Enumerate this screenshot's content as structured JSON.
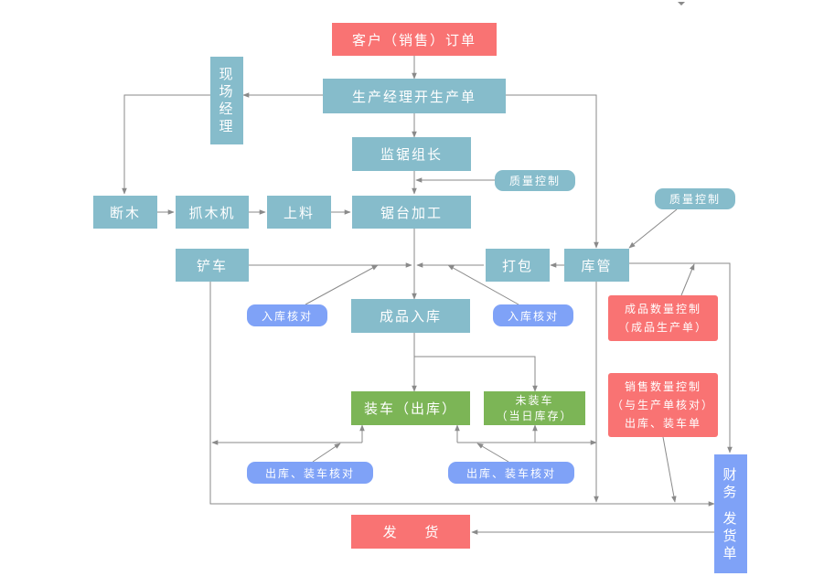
{
  "nodes": {
    "customer_order": "客户（销售）订单",
    "production_manager": "生产经理开生产单",
    "site_manager": [
      "现",
      "场",
      "经",
      "理"
    ],
    "saw_leader": "监锯组长",
    "quality_control_1": "质量控制",
    "quality_control_2": "质量控制",
    "cut_wood": "断木",
    "grab_machine": "抓木机",
    "loading": "上料",
    "saw_processing": "锯台加工",
    "forklift": "铲车",
    "packing": "打包",
    "warehouse_manager": "库管",
    "inbound_check_left": "入库核对",
    "inbound_check_right": "入库核对",
    "finished_goods_in": "成品入库",
    "finished_qty_control": [
      "成品数量控制",
      "（成品生产单）"
    ],
    "sales_qty_control": [
      "销售数量控制",
      "（与生产单核对）",
      "出库、装车单"
    ],
    "loading_out": "装车（出库）",
    "not_loaded": [
      "未装车",
      "（当日库存）"
    ],
    "outbound_check_left": "出库、装车核对",
    "outbound_check_right": "出库、装车核对",
    "shipping": "发 货",
    "finance": [
      "财",
      "务",
      "",
      "发",
      "货",
      "单"
    ]
  }
}
